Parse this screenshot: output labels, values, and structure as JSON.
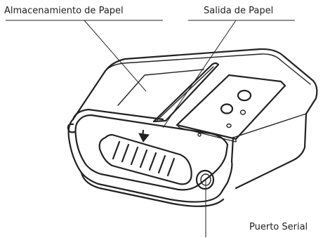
{
  "labels": {
    "paper_storage": "Almacenamiento de Papel",
    "paper_output": "Salida de Papel",
    "serial_port": "Puerto Serial"
  },
  "colors": {
    "line": "#222222",
    "background": "#ffffff"
  }
}
